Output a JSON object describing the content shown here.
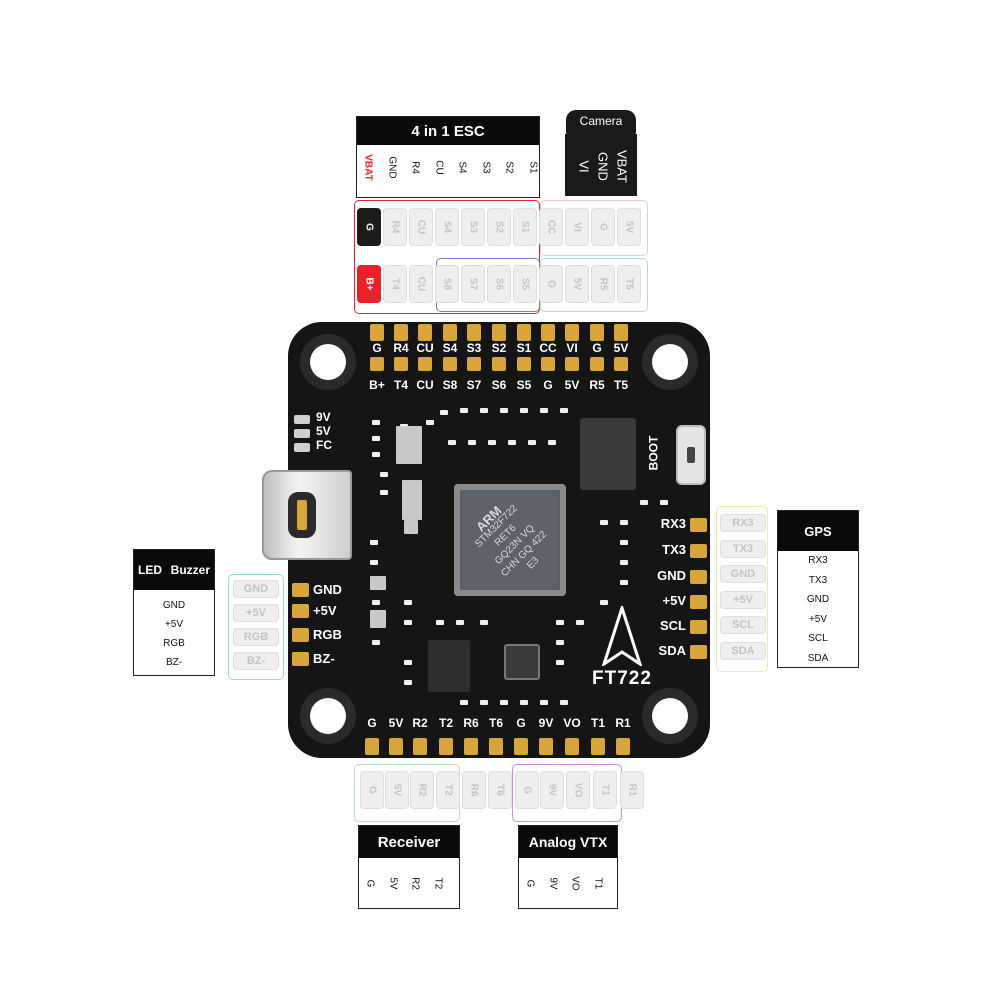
{
  "esc": {
    "title": "4 in 1 ESC",
    "labels": [
      "VBAT",
      "GND",
      "R4",
      "CU",
      "S4",
      "S3",
      "S2",
      "S1"
    ],
    "vbat_color": "#e8212a"
  },
  "camera": {
    "title": "Camera",
    "labels": [
      "VBAT",
      "GND",
      "VI"
    ]
  },
  "top_row1_pads": [
    "G",
    "R4",
    "CU",
    "S4",
    "S3",
    "S2",
    "S1",
    "CC",
    "VI",
    "G",
    "5V"
  ],
  "top_row2_pads": [
    "B+",
    "T4",
    "CU",
    "S8",
    "S7",
    "S6",
    "S5",
    "G",
    "5V",
    "R5",
    "T5"
  ],
  "board": {
    "top_labels_row1": [
      "G",
      "R4",
      "CU",
      "S4",
      "S3",
      "S2",
      "S1",
      "CC",
      "VI",
      "G",
      "5V"
    ],
    "top_labels_row2": [
      "B+",
      "T4",
      "CU",
      "S8",
      "S7",
      "S6",
      "S5",
      "G",
      "5V",
      "R5",
      "T5"
    ],
    "power_labels": [
      "9V",
      "5V",
      "FC"
    ],
    "left_labels": [
      "GND",
      "+5V",
      "RGB",
      "BZ-"
    ],
    "right_labels": [
      "RX3",
      "TX3",
      "GND",
      "+5V",
      "SCL",
      "SDA"
    ],
    "bottom_labels": [
      "G",
      "5V",
      "R2",
      "T2",
      "R6",
      "T6",
      "G",
      "9V",
      "VO",
      "T1",
      "R1"
    ],
    "boot_label": "BOOT",
    "chip_text": [
      "ARM",
      "STM32F722",
      "RET6",
      "GQ23N VQ",
      "CHN GQ 422",
      "E3"
    ],
    "brand": "FT722"
  },
  "led_buzzer": {
    "title_a": "LED",
    "title_b": "Buzzer",
    "items": [
      "GND",
      "+5V",
      "RGB",
      "BZ-"
    ]
  },
  "left_pads": [
    "GND",
    "+5V",
    "RGB",
    "BZ-"
  ],
  "gps": {
    "title": "GPS",
    "items": [
      "RX3",
      "TX3",
      "GND",
      "+5V",
      "SCL",
      "SDA"
    ]
  },
  "right_pads": [
    "RX3",
    "TX3",
    "GND",
    "+5V",
    "SCL",
    "SDA"
  ],
  "bottom_pads": [
    "G",
    "5V",
    "R2",
    "T2",
    "R6",
    "T6",
    "G",
    "9V",
    "VO",
    "T1",
    "R1"
  ],
  "receiver": {
    "title": "Receiver",
    "labels": [
      "G",
      "5V",
      "R2",
      "T2"
    ]
  },
  "vtx": {
    "title": "Analog VTX",
    "labels": [
      "G",
      "9V",
      "VO",
      "T1"
    ]
  },
  "colors": {
    "esc_frame": "#e8212a",
    "motor_frame": "#7878c8",
    "cam_frame": "#f2c4cf",
    "green_frame": "#b6e0b6",
    "led_frame": "#9ad8e0",
    "gps_frame": "#f2eaa8",
    "vtx_frame": "#d888e0",
    "gold": "#d8a53a",
    "board": "#151515"
  }
}
